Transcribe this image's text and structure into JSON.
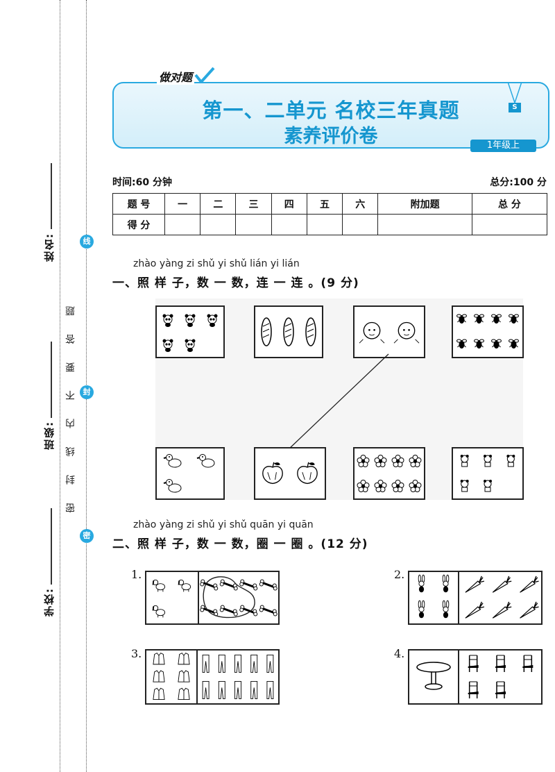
{
  "margin": {
    "name_label": "姓名:",
    "class_label": "班级:",
    "school_label": "学校:",
    "warning": "密 封 线 内 不 要 答 题",
    "seal_top": "线",
    "seal_mid": "封",
    "seal_bottom": "密"
  },
  "header": {
    "tag": "做对题",
    "title_line1": "第一、二单元  名校三年真题",
    "title_line2": "素养评价卷",
    "grade_badge": "1年级上",
    "s_badge": "S",
    "brand_color": "#1596cf"
  },
  "info": {
    "time": "时间:60 分钟",
    "total": "总分:100 分"
  },
  "score_table": {
    "row1": [
      "题 号",
      "一",
      "二",
      "三",
      "四",
      "五",
      "六",
      "附加题",
      "总 分"
    ],
    "row2_label": "得 分"
  },
  "q1": {
    "pinyin": "zhào yàng zi   shǔ yi shǔ   lián yi lián",
    "title": "一、照  样 子，数 一 数，连 一 连 。(9 分)",
    "top_icons": [
      "panda-icon",
      "bread-icon",
      "kids-icon",
      "bee-icon"
    ],
    "top_counts": [
      5,
      3,
      2,
      8
    ],
    "bottom_icons": [
      "duck-icon",
      "apple-icon",
      "flower-icon",
      "bear-icon"
    ],
    "bottom_counts": [
      3,
      2,
      8,
      5
    ]
  },
  "q2": {
    "pinyin": "zhào yàng zi   shǔ yi shǔ   quān yi quān",
    "title": "二、照  样 子，数 一 数，圈 一 圈 。(12 分)",
    "items": [
      {
        "num": "1.",
        "left_icon": "dog-icon",
        "left_count": 3,
        "right_icon": "bone-icon",
        "right_count": 8
      },
      {
        "num": "2.",
        "left_icon": "rabbit-icon",
        "left_count": 4,
        "right_icon": "carrot-icon",
        "right_count": 6
      },
      {
        "num": "3.",
        "left_icon": "jacket-icon",
        "left_count": 6,
        "right_icon": "pants-icon",
        "right_count": 10
      },
      {
        "num": "4.",
        "left_icon": "table-icon",
        "left_count": 1,
        "right_icon": "chair-icon",
        "right_count": 5
      }
    ]
  }
}
